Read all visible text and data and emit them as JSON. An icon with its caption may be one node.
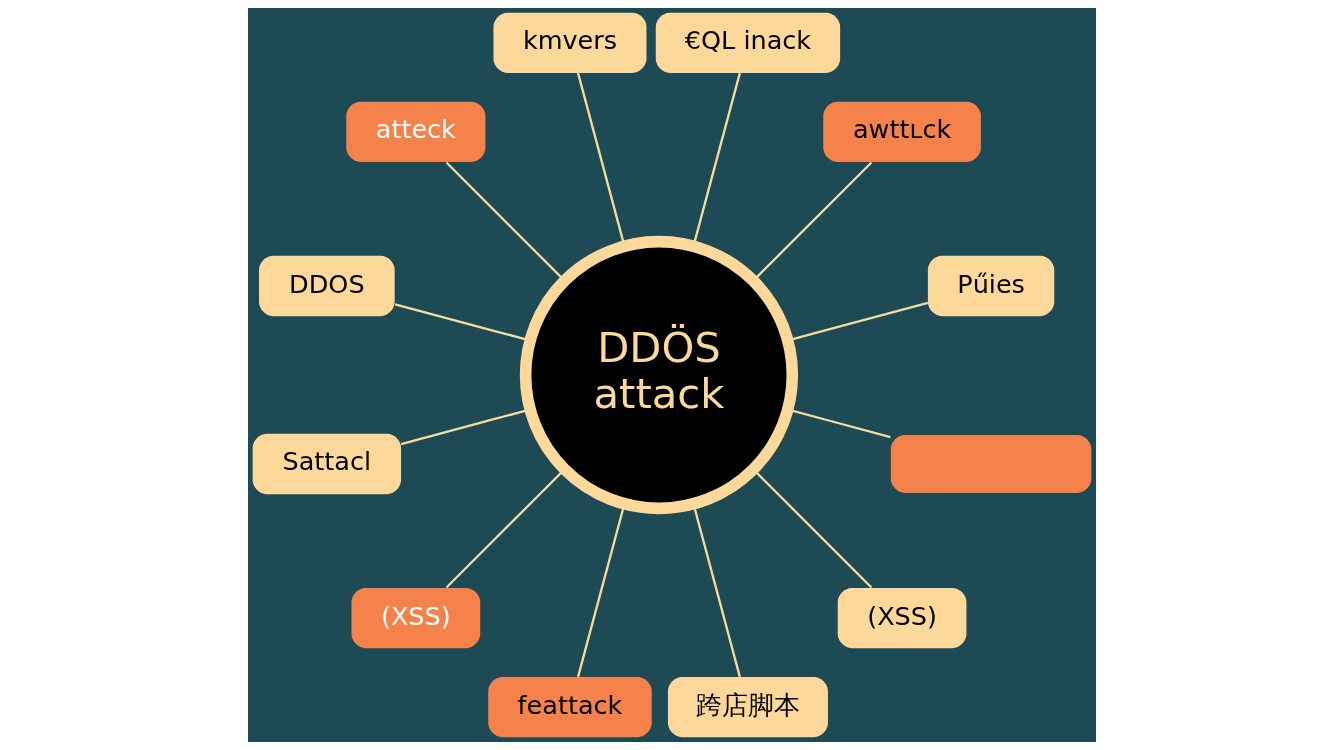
{
  "diagram": {
    "nodes": [
      {
        "text": [
          "DDÖS",
          "attack"
        ]
      },
      {
        "text": [
          "Pűies"
        ]
      },
      {
        "text": [
          "awttʟck"
        ]
      },
      {
        "text": [
          "€QL inack"
        ]
      },
      {
        "text": [
          "kmvers"
        ]
      },
      {
        "text": [
          "atteck"
        ]
      },
      {
        "text": [
          "DDOS"
        ]
      },
      {
        "text": [
          "Sattacl"
        ]
      },
      {
        "text": [
          "(XSS)"
        ]
      },
      {
        "text": [
          "feattack"
        ]
      },
      {
        "text": [
          "跨店脚本"
        ]
      },
      {
        "text": [
          "(XSS)"
        ]
      },
      {
        "text": [],
        "shape": "box"
      }
    ],
    "edges": [
      {
        "from": 0,
        "to": 1,
        "arrow": "none"
      },
      {
        "from": 0,
        "to": 2,
        "arrow": "none"
      },
      {
        "from": 0,
        "to": 3,
        "arrow": "none"
      },
      {
        "from": 0,
        "to": 4,
        "arrow": "none"
      },
      {
        "from": 0,
        "to": 5,
        "arrow": "none"
      },
      {
        "from": 0,
        "to": 6,
        "arrow": "none"
      },
      {
        "from": 0,
        "to": 7,
        "arrow": "none"
      },
      {
        "from": 0,
        "to": 8,
        "arrow": "none"
      },
      {
        "from": 0,
        "to": 9,
        "arrow": "none"
      },
      {
        "from": 0,
        "to": 10,
        "arrow": "none"
      },
      {
        "from": 0,
        "to": 11,
        "arrow": "none"
      },
      {
        "from": 0,
        "to": 12,
        "arrow": "none"
      }
    ]
  }
}
